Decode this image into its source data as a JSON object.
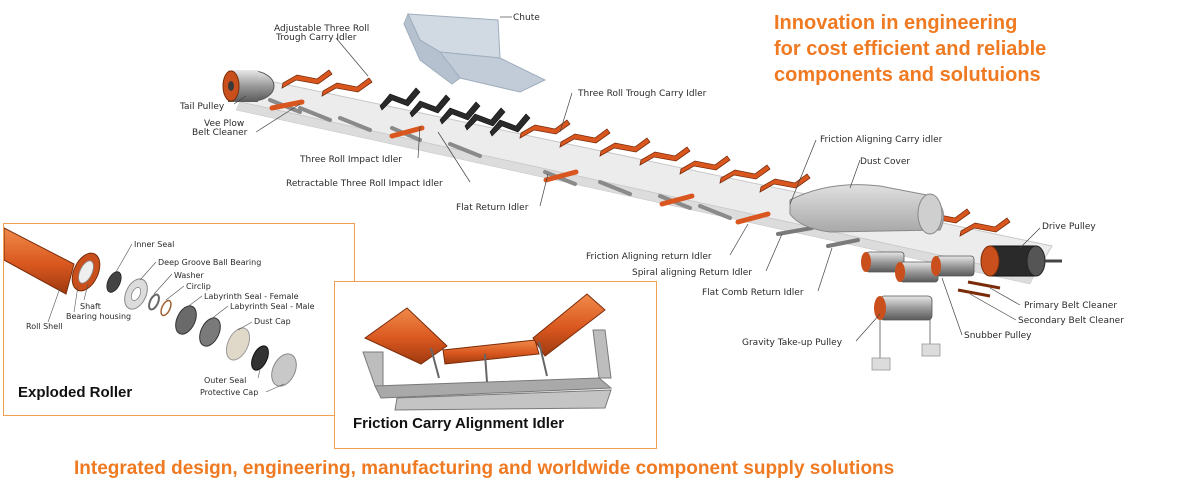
{
  "headline": {
    "line1": "Innovation in engineering",
    "line2": "for cost efficient and reliable",
    "line3": "components and solutuions"
  },
  "footer": "Integrated design, engineering, manufacturing and worldwide component supply solutions",
  "labels": {
    "adjustable_trough_line1": "Adjustable Three Roll",
    "adjustable_trough_line2": "Trough Carry Idler",
    "chute": "Chute",
    "tail_pulley": "Tail Pulley",
    "vee_plow_line1": "Vee Plow",
    "vee_plow_line2": "Belt Cleaner",
    "three_roll_trough": "Three Roll Trough Carry Idler",
    "three_roll_impact": "Three Roll Impact Idler",
    "retractable_impact": "Retractable Three Roll Impact Idler",
    "flat_return": "Flat Return Idler",
    "friction_aligning_carry": "Friction Aligning Carry idler",
    "dust_cover": "Dust Cover",
    "friction_aligning_return": "Friction Aligning return Idler",
    "spiral_aligning_return": "Spiral aligning Return Idler",
    "flat_comb_return": "Flat Comb Return Idler",
    "drive_pulley": "Drive Pulley",
    "primary_cleaner": "Primary Belt Cleaner",
    "secondary_cleaner": "Secondary Belt Cleaner",
    "snubber_pulley": "Snubber Pulley",
    "gravity_takeup": "Gravity Take-up Pulley"
  },
  "exploded": {
    "title": "Exploded Roller",
    "inner_seal": "Inner Seal",
    "ball_bearing": "Deep Groove Ball Bearing",
    "washer": "Washer",
    "circlip": "Circlip",
    "labyrinth_female": "Labyrinth Seal - Female",
    "labyrinth_male": "Labyrinth Seal - Male",
    "dust_cap": "Dust Cap",
    "shaft": "Shaft",
    "bearing_housing": "Bearing housing",
    "roll_shell": "Roll Shell",
    "outer_seal": "Outer Seal",
    "protective_cap": "Protective Cap"
  },
  "friction_panel": {
    "title": "Friction Carry Alignment Idler"
  },
  "colors": {
    "accent": "#f07a22",
    "roller": "#d9571f",
    "frame": "#8a8a8a",
    "belt": "#ebebeb",
    "panel_border": "#f0a050"
  }
}
